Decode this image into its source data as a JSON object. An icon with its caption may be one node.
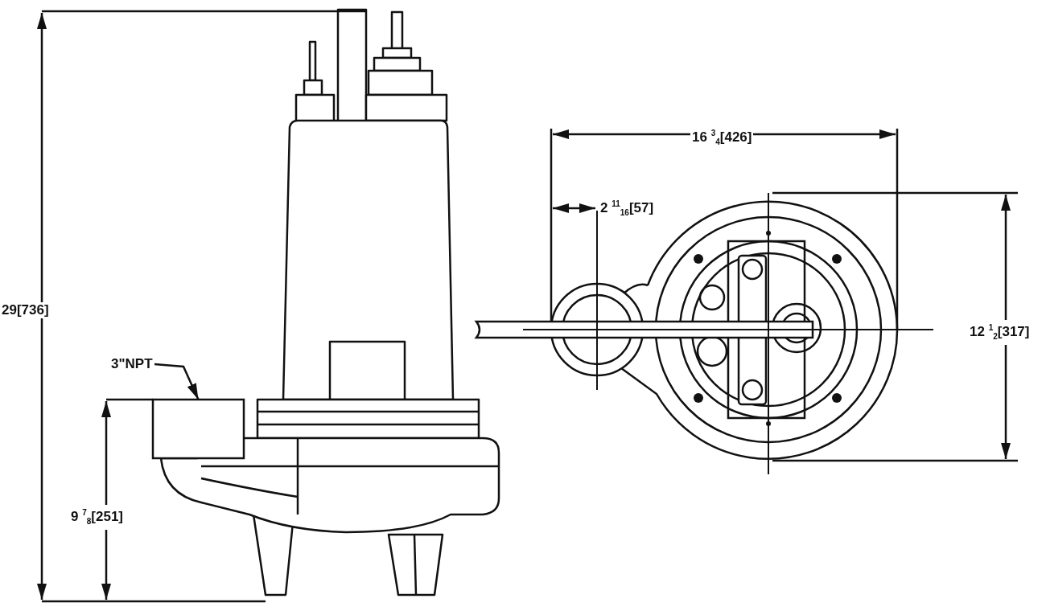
{
  "diagram": {
    "nodes": [
      {
        "text": [
          "3\"NPT"
        ]
      },
      {
        "text": [],
        "shape": "box"
      }
    ],
    "edges": [
      {
        "from": 0,
        "to": 1,
        "arrow": "to"
      }
    ],
    "labels": [
      "16 $^{3}$$_{4}$[426]",
      "2 $^{11}$$_{16}$[57]",
      "29[736]",
      "12 $^{1}$$_{2}$[317]",
      "9 $^{7}$$_{8}$[251]"
    ]
  }
}
